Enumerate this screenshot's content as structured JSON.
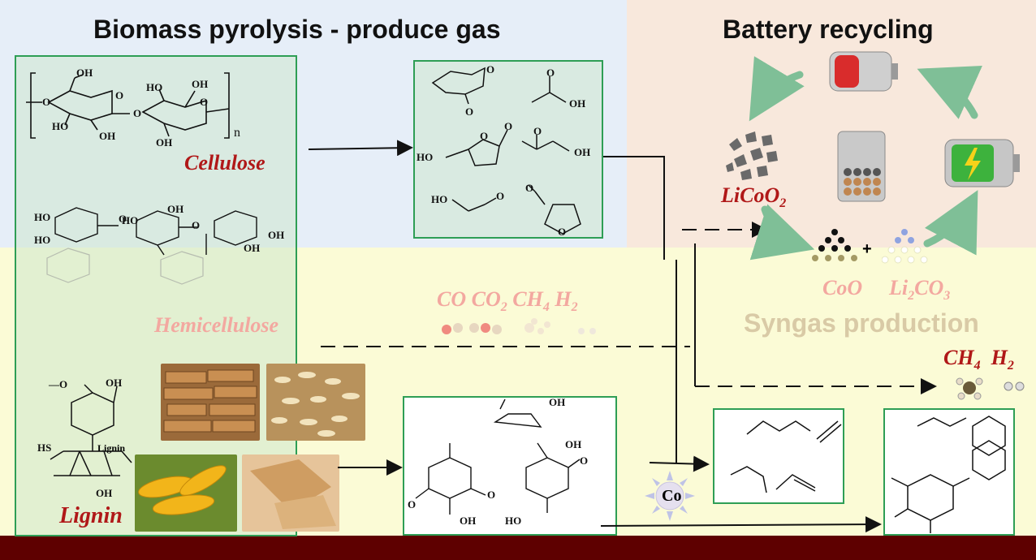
{
  "titles": {
    "biomass": "Biomass pyrolysis - produce gas",
    "battery": "Battery recycling",
    "syngas": "Syngas production"
  },
  "labels": {
    "cellulose": "Cellulose",
    "hemicellulose": "Hemicellulose",
    "lignin_italic": "Lignin",
    "lignin_small": "Lignin",
    "licoo2": "LiCoO",
    "licoo2_sub": "2",
    "coo": "CoO",
    "li2co3_a": "Li",
    "li2co3_sub1": "2",
    "li2co3_b": "CO",
    "li2co3_sub2": "3",
    "plus": "+",
    "n": "n",
    "co_catalyst": "Co"
  },
  "gases_top": [
    {
      "text": "CO",
      "sub": ""
    },
    {
      "text": "CO",
      "sub": "2"
    },
    {
      "text": "CH",
      "sub": "4"
    },
    {
      "text": "H",
      "sub": "2"
    }
  ],
  "gases_right": [
    {
      "text": "CH",
      "sub": "4"
    },
    {
      "text": "H",
      "sub": "2"
    }
  ],
  "chem_text": {
    "oh": "OH",
    "ho": "HO",
    "o": "O",
    "hs": "HS",
    "methoxy": "—O"
  },
  "colors": {
    "arrow_green": "#7fbf97",
    "label_red": "#b01818",
    "box_border": "#2e9e55",
    "gas_pink": "#f3a8a0",
    "bottom_bar": "#5e0000"
  }
}
